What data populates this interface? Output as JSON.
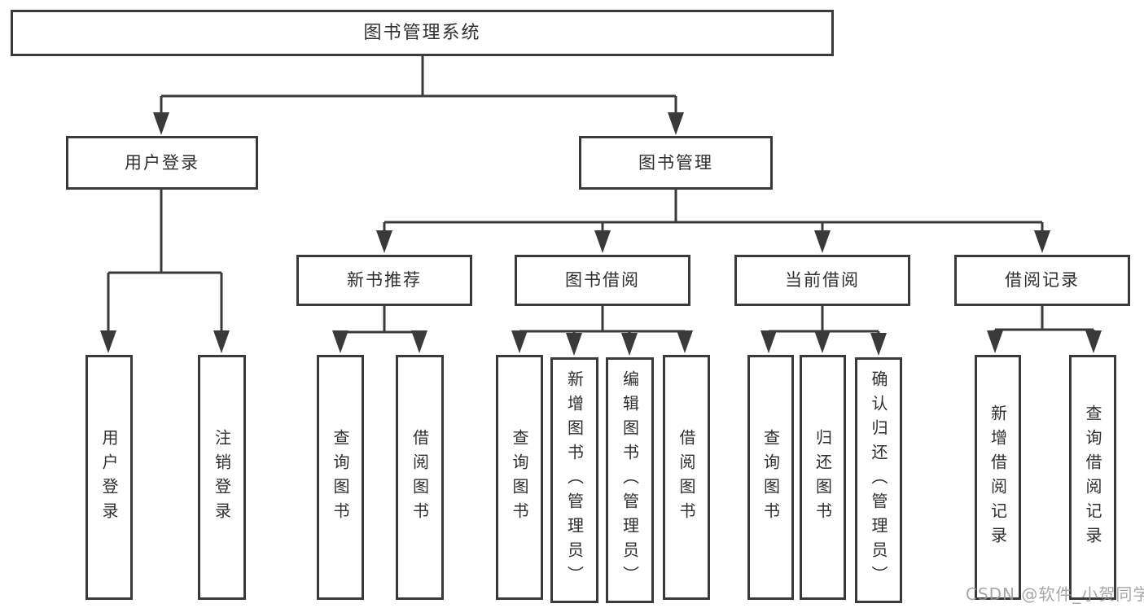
{
  "diagram": {
    "type": "tree",
    "title": "图书管理系统",
    "root": {
      "label": "图书管理系统",
      "children": [
        {
          "label": "用户登录",
          "children": [
            {
              "label": "用户登录"
            },
            {
              "label": "注销登录"
            }
          ]
        },
        {
          "label": "图书管理",
          "children": [
            {
              "label": "新书推荐",
              "children": [
                {
                  "label": "查询图书"
                },
                {
                  "label": "借阅图书"
                }
              ]
            },
            {
              "label": "图书借阅",
              "children": [
                {
                  "label": "查询图书"
                },
                {
                  "label": "新增图书（管理员）"
                },
                {
                  "label": "编辑图书（管理员）"
                },
                {
                  "label": "借阅图书"
                }
              ]
            },
            {
              "label": "当前借阅",
              "children": [
                {
                  "label": "查询图书"
                },
                {
                  "label": "归还图书"
                },
                {
                  "label": "确认归还（管理员）"
                }
              ]
            },
            {
              "label": "借阅记录",
              "children": [
                {
                  "label": "新增借阅记录"
                },
                {
                  "label": "查询借阅记录"
                }
              ]
            }
          ]
        }
      ]
    },
    "watermark": "CSDN @软件_小贺同学",
    "colors": {
      "line": "#3a3a3a",
      "text": "#2f2f2f",
      "box_fill": "#ffffff",
      "background": "#ffffff",
      "watermark": "#969696"
    }
  }
}
